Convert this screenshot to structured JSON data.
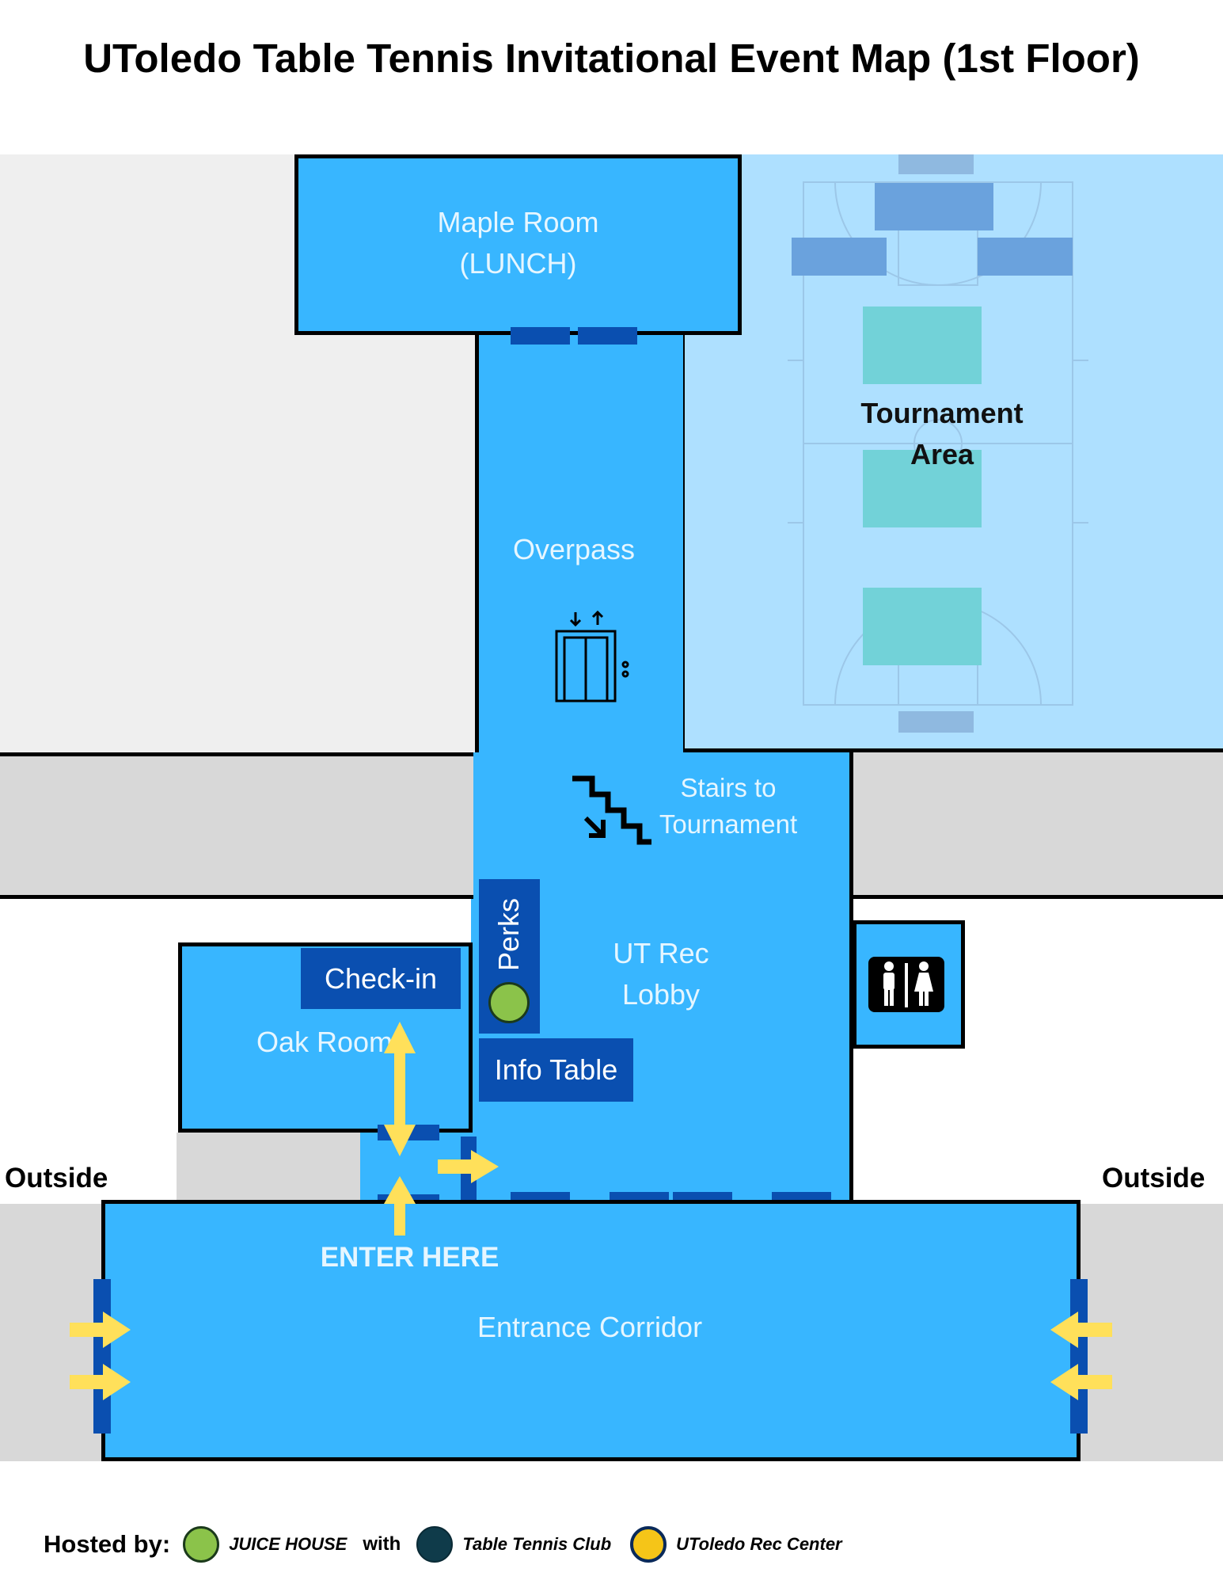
{
  "title": "UToledo Table Tennis Invitational Event Map (1st Floor)",
  "rooms": {
    "maple_room": "Maple Room",
    "maple_sub": "(LUNCH)",
    "tournament_line1": "Tournament",
    "tournament_line2": "Area",
    "overpass": "Overpass",
    "stairs_line1": "Stairs to",
    "stairs_line2": "Tournament",
    "lobby_line1": "UT Rec",
    "lobby_line2": "Lobby",
    "perks": "Perks",
    "check_in": "Check-in",
    "oak_room": "Oak Room",
    "info_table": "Info Table",
    "enter_here": "ENTER HERE",
    "entrance_corridor": "Entrance Corridor",
    "outside_left": "Outside",
    "outside_right": "Outside"
  },
  "footer": {
    "hosted_by": "Hosted by:",
    "juice_house": "JUICE HOUSE",
    "with": "with",
    "table_tennis_club": "Table Tennis Club",
    "rec_center": "UToledo Rec Center"
  },
  "colors": {
    "room_blue": "#38b6ff",
    "door_blue": "#0a4fb0",
    "court_blue": "#aee0ff",
    "arrow_yellow": "#ffe05a",
    "table_teal": "#72d2d8"
  },
  "icons": [
    "elevator-icon",
    "stairs-icon",
    "restroom-icon",
    "arrow-icon"
  ]
}
